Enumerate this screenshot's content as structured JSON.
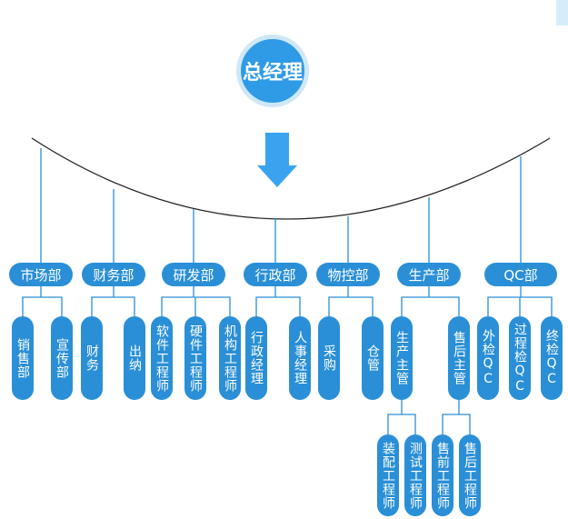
{
  "ceo": "总经理",
  "departments": [
    {
      "name": "市场部",
      "subs": [
        {
          "name": "销售部"
        },
        {
          "name": "宣传部"
        }
      ]
    },
    {
      "name": "财务部",
      "subs": [
        {
          "name": "财务"
        },
        {
          "name": "出纳"
        }
      ]
    },
    {
      "name": "研发部",
      "subs": [
        {
          "name": "软件工程师"
        },
        {
          "name": "硬件工程师"
        },
        {
          "name": "机构工程师"
        }
      ]
    },
    {
      "name": "行政部",
      "subs": [
        {
          "name": "行政经理"
        },
        {
          "name": "人事经理"
        }
      ]
    },
    {
      "name": "物控部",
      "subs": [
        {
          "name": "采购"
        },
        {
          "name": "仓管"
        }
      ]
    },
    {
      "name": "生产部",
      "subs": [
        {
          "name": "生产主管",
          "subs": [
            {
              "name": "装配工程师"
            },
            {
              "name": "测试工程师"
            }
          ]
        },
        {
          "name": "售后主管",
          "subs": [
            {
              "name": "售前工程师"
            },
            {
              "name": "售后工程师"
            }
          ]
        }
      ]
    },
    {
      "name": "QC部",
      "subs": [
        {
          "name": "外检QC"
        },
        {
          "name": "过程检QC"
        },
        {
          "name": "终检QC"
        }
      ]
    }
  ],
  "colors": {
    "node": "#2a8fd6",
    "ceo": "#2f9be6",
    "line": "#2a8fd6",
    "arrow": "#3aa3ef",
    "curve": "#222222"
  }
}
